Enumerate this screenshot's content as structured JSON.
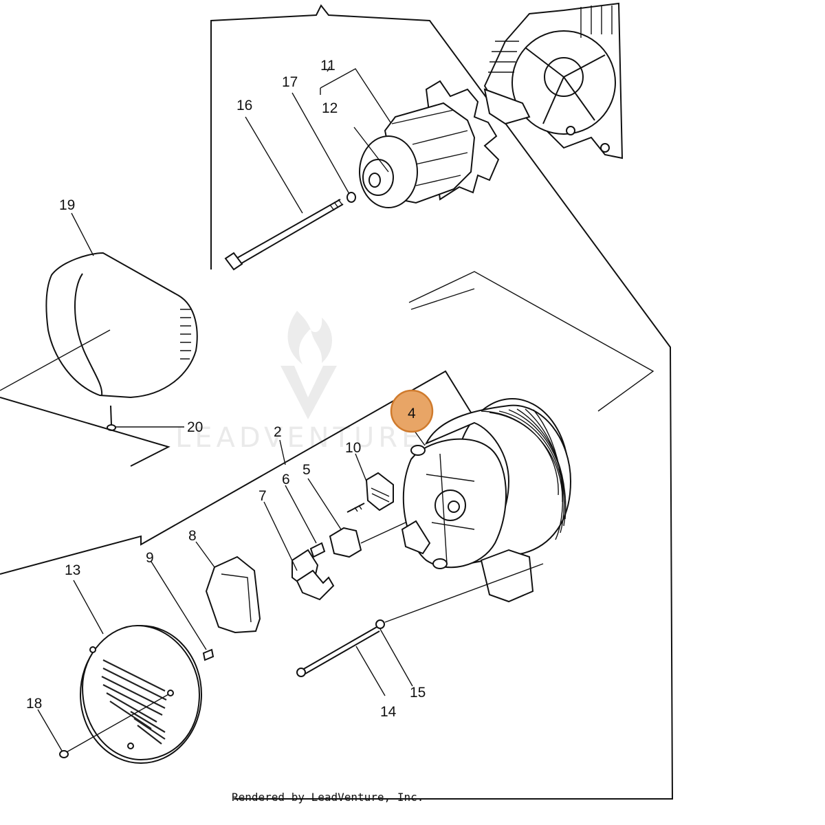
{
  "diagram": {
    "callouts": [
      {
        "id": "11",
        "label": "11"
      },
      {
        "id": "12",
        "label": "12"
      },
      {
        "id": "16",
        "label": "16"
      },
      {
        "id": "17",
        "label": "17"
      },
      {
        "id": "19",
        "label": "19"
      },
      {
        "id": "20",
        "label": "20"
      },
      {
        "id": "2",
        "label": "2"
      },
      {
        "id": "4",
        "label": "4",
        "highlighted": true
      },
      {
        "id": "5",
        "label": "5"
      },
      {
        "id": "6",
        "label": "6"
      },
      {
        "id": "7",
        "label": "7"
      },
      {
        "id": "8",
        "label": "8"
      },
      {
        "id": "9",
        "label": "9"
      },
      {
        "id": "10",
        "label": "10"
      },
      {
        "id": "13",
        "label": "13"
      },
      {
        "id": "14",
        "label": "14"
      },
      {
        "id": "15",
        "label": "15"
      },
      {
        "id": "18",
        "label": "18"
      }
    ],
    "highlight_color": "#e8a566",
    "highlight_border": "#cf7a2c",
    "watermark": "LEADVENTURE",
    "footer": "Rendered by LeadVenture, Inc."
  }
}
